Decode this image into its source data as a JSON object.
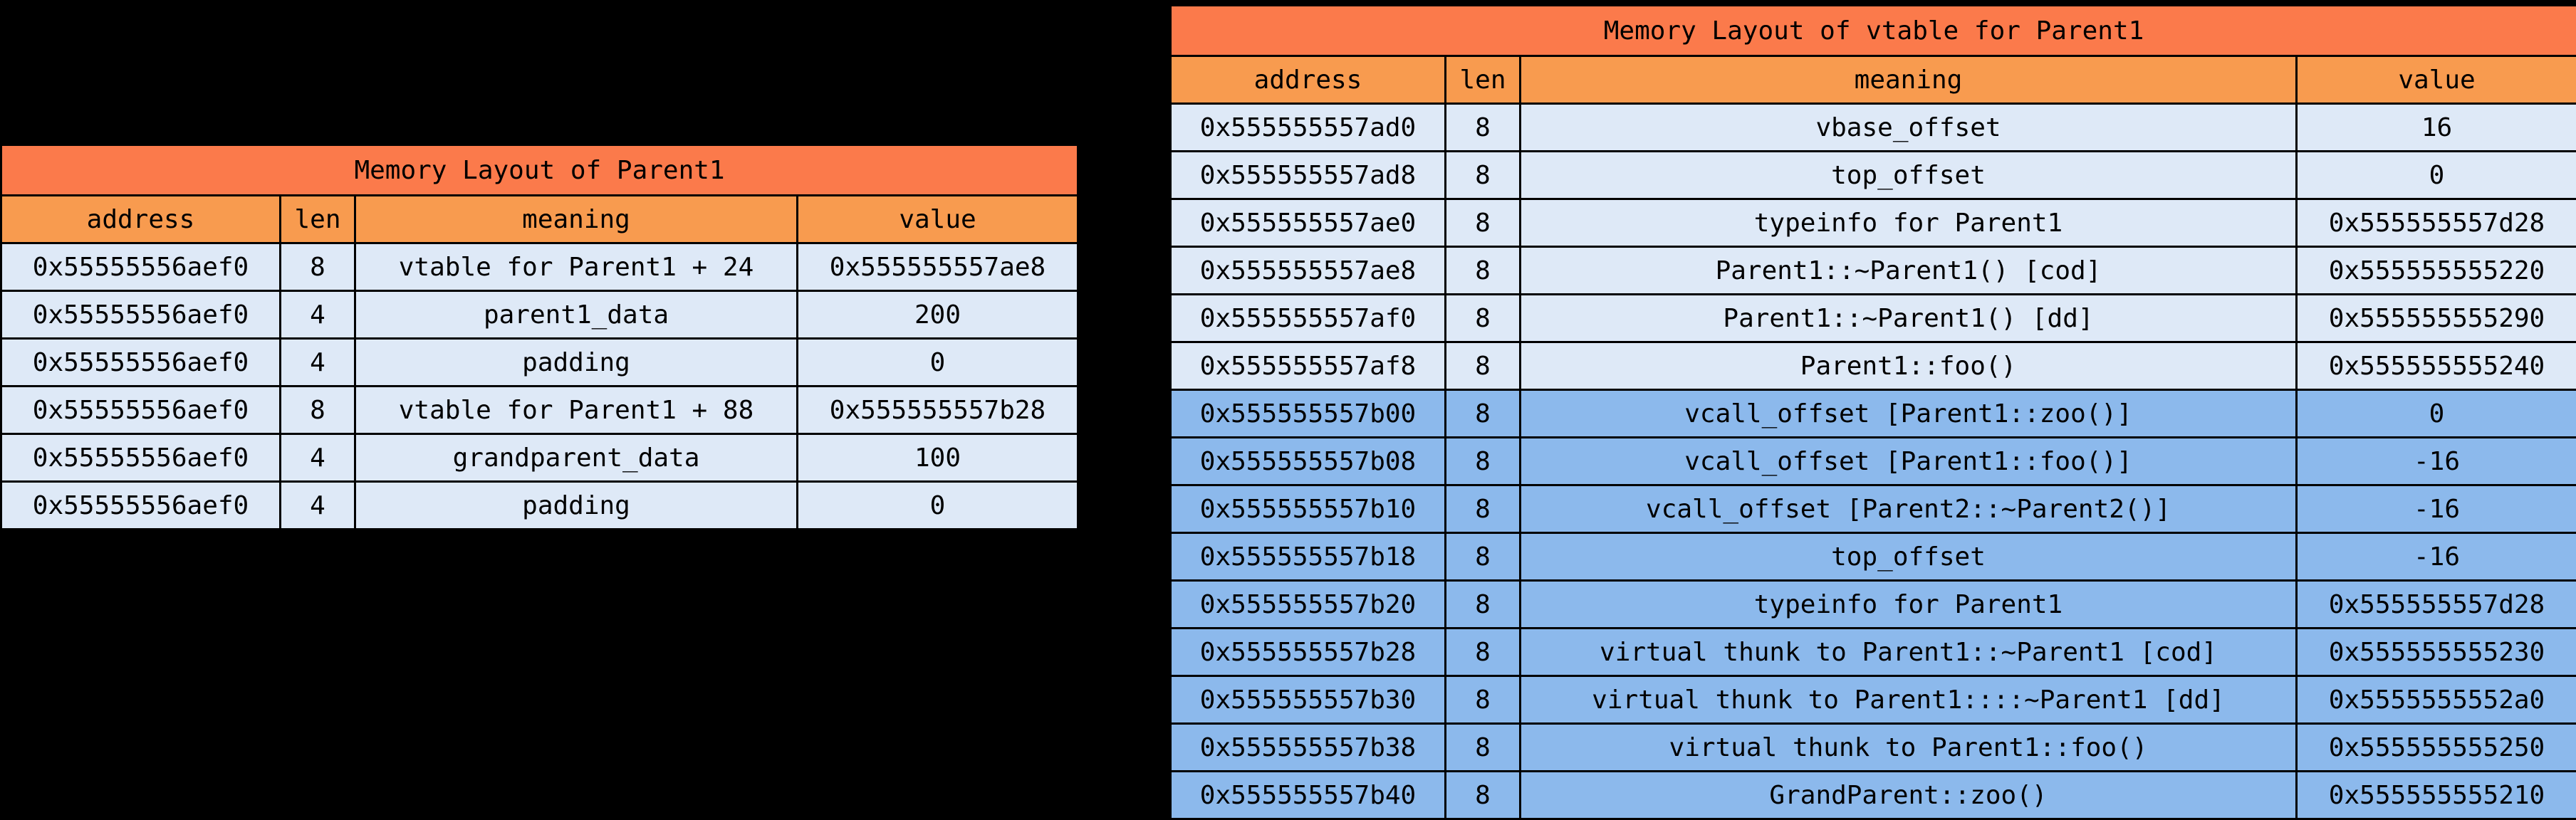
{
  "theme": {
    "background": "#000000",
    "title_bar": "#FB7A4B",
    "header_row": "#F89B4F",
    "row_normal": "#DEE9F7",
    "row_highlight": "#8CB9EC",
    "text": "#000000",
    "text_dim": "#9E9E9E",
    "border": "#000000"
  },
  "tables": [
    {
      "id": "parent1",
      "title": "Memory Layout of Parent1",
      "columns": [
        "address",
        "len",
        "meaning",
        "value"
      ],
      "rows": [
        {
          "address": "0x55555556aef0",
          "len": "8",
          "meaning": "vtable for Parent1 + 24",
          "value": "0x555555557ae8",
          "highlight": false,
          "bold_value": false,
          "dim_meaning": false
        },
        {
          "address": "0x55555556aef0",
          "len": "4",
          "meaning": "parent1_data",
          "value": "200",
          "highlight": false,
          "bold_value": false,
          "dim_meaning": false
        },
        {
          "address": "0x55555556aef0",
          "len": "4",
          "meaning": "padding",
          "value": "0",
          "highlight": false,
          "bold_value": false,
          "dim_meaning": false
        },
        {
          "address": "0x55555556aef0",
          "len": "8",
          "meaning": "vtable for Parent1 + 88",
          "value": "0x555555557b28",
          "highlight": false,
          "bold_value": false,
          "dim_meaning": false
        },
        {
          "address": "0x55555556aef0",
          "len": "4",
          "meaning": "grandparent_data",
          "value": "100",
          "highlight": false,
          "bold_value": false,
          "dim_meaning": false
        },
        {
          "address": "0x55555556aef0",
          "len": "4",
          "meaning": "padding",
          "value": "0",
          "highlight": false,
          "bold_value": false,
          "dim_meaning": false
        }
      ]
    },
    {
      "id": "vtable-parent1",
      "title": "Memory Layout of vtable for Parent1",
      "columns": [
        "address",
        "len",
        "meaning",
        "value"
      ],
      "rows": [
        {
          "address": "0x555555557ad0",
          "len": "8",
          "meaning": "vbase_offset",
          "value": "16",
          "highlight": false,
          "bold_value": true,
          "dim_meaning": false
        },
        {
          "address": "0x555555557ad8",
          "len": "8",
          "meaning": "top_offset",
          "value": "0",
          "highlight": false,
          "bold_value": false,
          "dim_meaning": false
        },
        {
          "address": "0x555555557ae0",
          "len": "8",
          "meaning": "typeinfo for Parent1",
          "value": "0x555555557d28",
          "highlight": false,
          "bold_value": false,
          "dim_meaning": false
        },
        {
          "address": "0x555555557ae8",
          "len": "8",
          "meaning": "Parent1::~Parent1() [cod]",
          "value": "0x555555555220",
          "highlight": false,
          "bold_value": true,
          "dim_meaning": false
        },
        {
          "address": "0x555555557af0",
          "len": "8",
          "meaning": "Parent1::~Parent1() [dd]",
          "value": "0x555555555290",
          "highlight": false,
          "bold_value": true,
          "dim_meaning": false
        },
        {
          "address": "0x555555557af8",
          "len": "8",
          "meaning": "Parent1::foo()",
          "value": "0x555555555240",
          "highlight": false,
          "bold_value": false,
          "dim_meaning": false
        },
        {
          "address": "0x555555557b00",
          "len": "8",
          "meaning": "vcall_offset [Parent1::zoo()]",
          "value": "0",
          "highlight": true,
          "bold_value": false,
          "dim_meaning": true
        },
        {
          "address": "0x555555557b08",
          "len": "8",
          "meaning": "vcall_offset [Parent1::foo()]",
          "value": "-16",
          "highlight": true,
          "bold_value": true,
          "dim_meaning": false
        },
        {
          "address": "0x555555557b10",
          "len": "8",
          "meaning": "vcall_offset [Parent2::~Parent2()]",
          "value": "-16",
          "highlight": true,
          "bold_value": true,
          "dim_meaning": false
        },
        {
          "address": "0x555555557b18",
          "len": "8",
          "meaning": "top_offset",
          "value": "-16",
          "highlight": true,
          "bold_value": true,
          "dim_meaning": false
        },
        {
          "address": "0x555555557b20",
          "len": "8",
          "meaning": "typeinfo for Parent1",
          "value": "0x555555557d28",
          "highlight": true,
          "bold_value": false,
          "dim_meaning": false
        },
        {
          "address": "0x555555557b28",
          "len": "8",
          "meaning": "virtual thunk to Parent1::~Parent1 [cod]",
          "value": "0x555555555230",
          "highlight": true,
          "bold_value": true,
          "dim_meaning": false
        },
        {
          "address": "0x555555557b30",
          "len": "8",
          "meaning": "virtual thunk to Parent1::::~Parent1 [dd]",
          "value": "0x5555555552a0",
          "highlight": true,
          "bold_value": true,
          "dim_meaning": false
        },
        {
          "address": "0x555555557b38",
          "len": "8",
          "meaning": "virtual thunk to Parent1::foo()",
          "value": "0x555555555250",
          "highlight": true,
          "bold_value": false,
          "dim_meaning": false
        },
        {
          "address": "0x555555557b40",
          "len": "8",
          "meaning": "GrandParent::zoo()",
          "value": "0x555555555210",
          "highlight": true,
          "bold_value": false,
          "dim_meaning": false
        }
      ]
    }
  ]
}
